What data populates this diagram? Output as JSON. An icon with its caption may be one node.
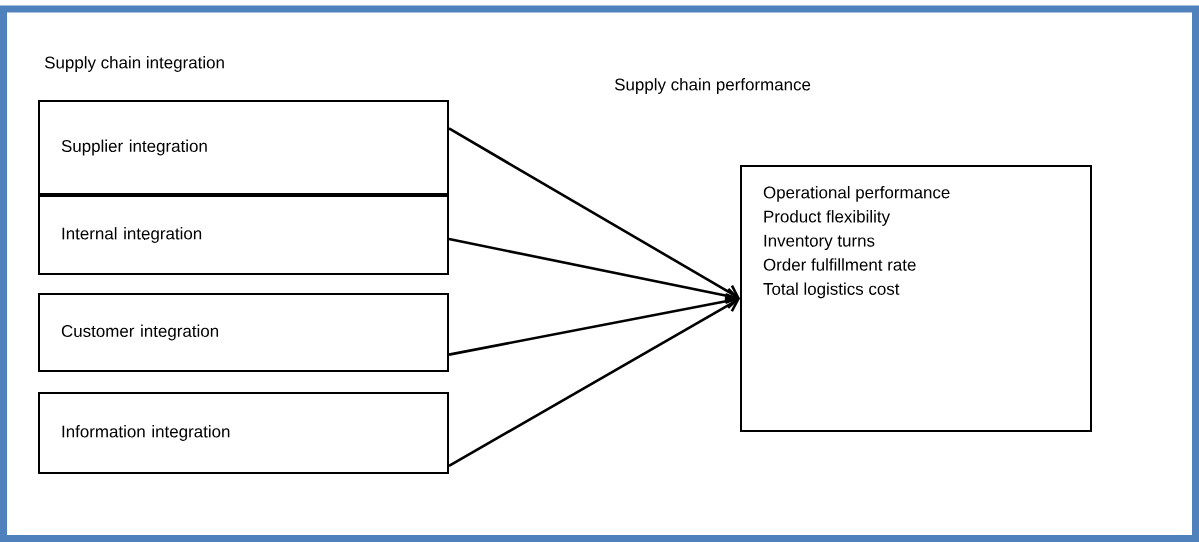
{
  "diagram": {
    "nodes": [
      {
        "text": [
          "Supplier integration"
        ]
      },
      {
        "text": [
          "Internal integration"
        ]
      },
      {
        "text": [
          "Customer integration"
        ]
      },
      {
        "text": [
          "Information integration"
        ]
      },
      {
        "text": [
          "Operational performance",
          "Product flexibility",
          "Inventory turns",
          "Order fulfillment rate",
          "Total logistics cost"
        ]
      }
    ],
    "edges": [
      {
        "from": 0,
        "to": 4,
        "arrow": "to"
      },
      {
        "from": 1,
        "to": 4,
        "arrow": "to"
      },
      {
        "from": 2,
        "to": 4,
        "arrow": "to"
      },
      {
        "from": 3,
        "to": 4,
        "arrow": "to"
      }
    ],
    "labels": [
      "Supply chain integration",
      "Supply chain performance"
    ]
  }
}
